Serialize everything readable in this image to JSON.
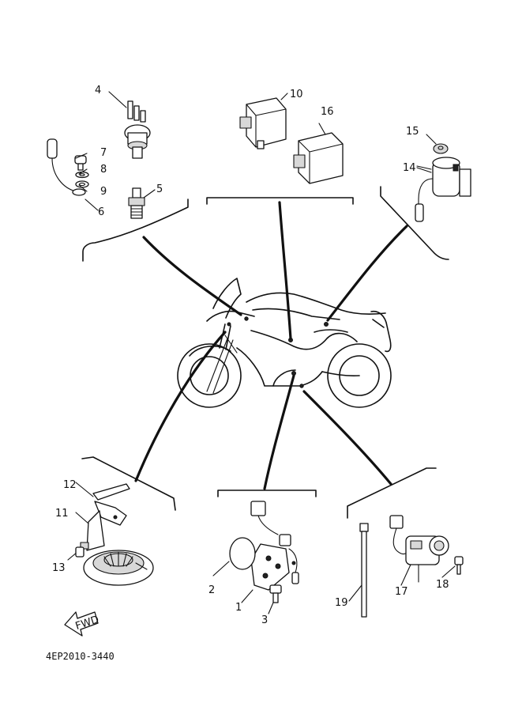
{
  "callouts": [
    "1",
    "2",
    "3",
    "4",
    "5",
    "6",
    "7",
    "8",
    "9",
    "10",
    "11",
    "12",
    "13",
    "14",
    "15",
    "16",
    "17",
    "18",
    "19"
  ],
  "fwd_label": "FWD",
  "drawing_code": "4EP2010-3440"
}
